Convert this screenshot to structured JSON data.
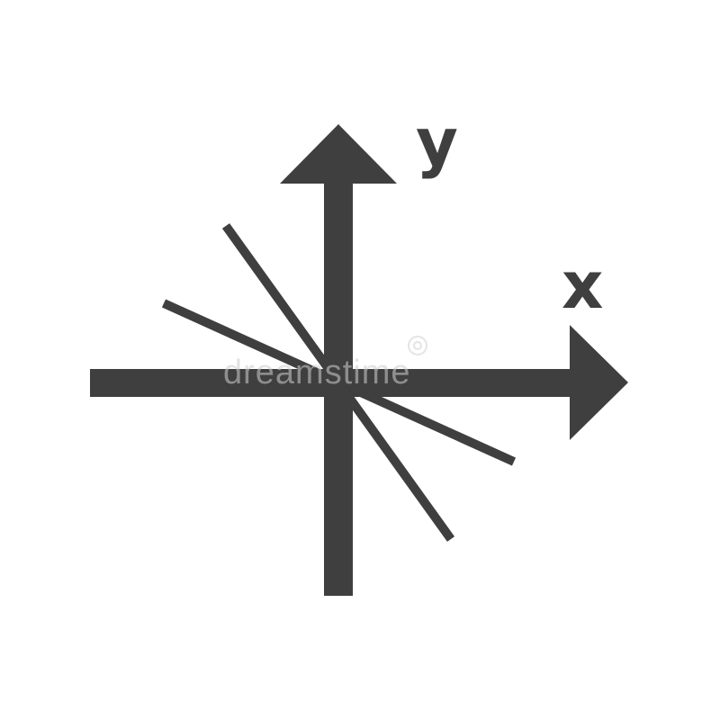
{
  "diagram": {
    "x_label": "x",
    "y_label": "y",
    "watermark": "dreamstime",
    "colors": {
      "ink": "#3f3f3f",
      "background": "#ffffff",
      "watermark": "#cfcfcf"
    },
    "lines_through_origin": 2
  }
}
